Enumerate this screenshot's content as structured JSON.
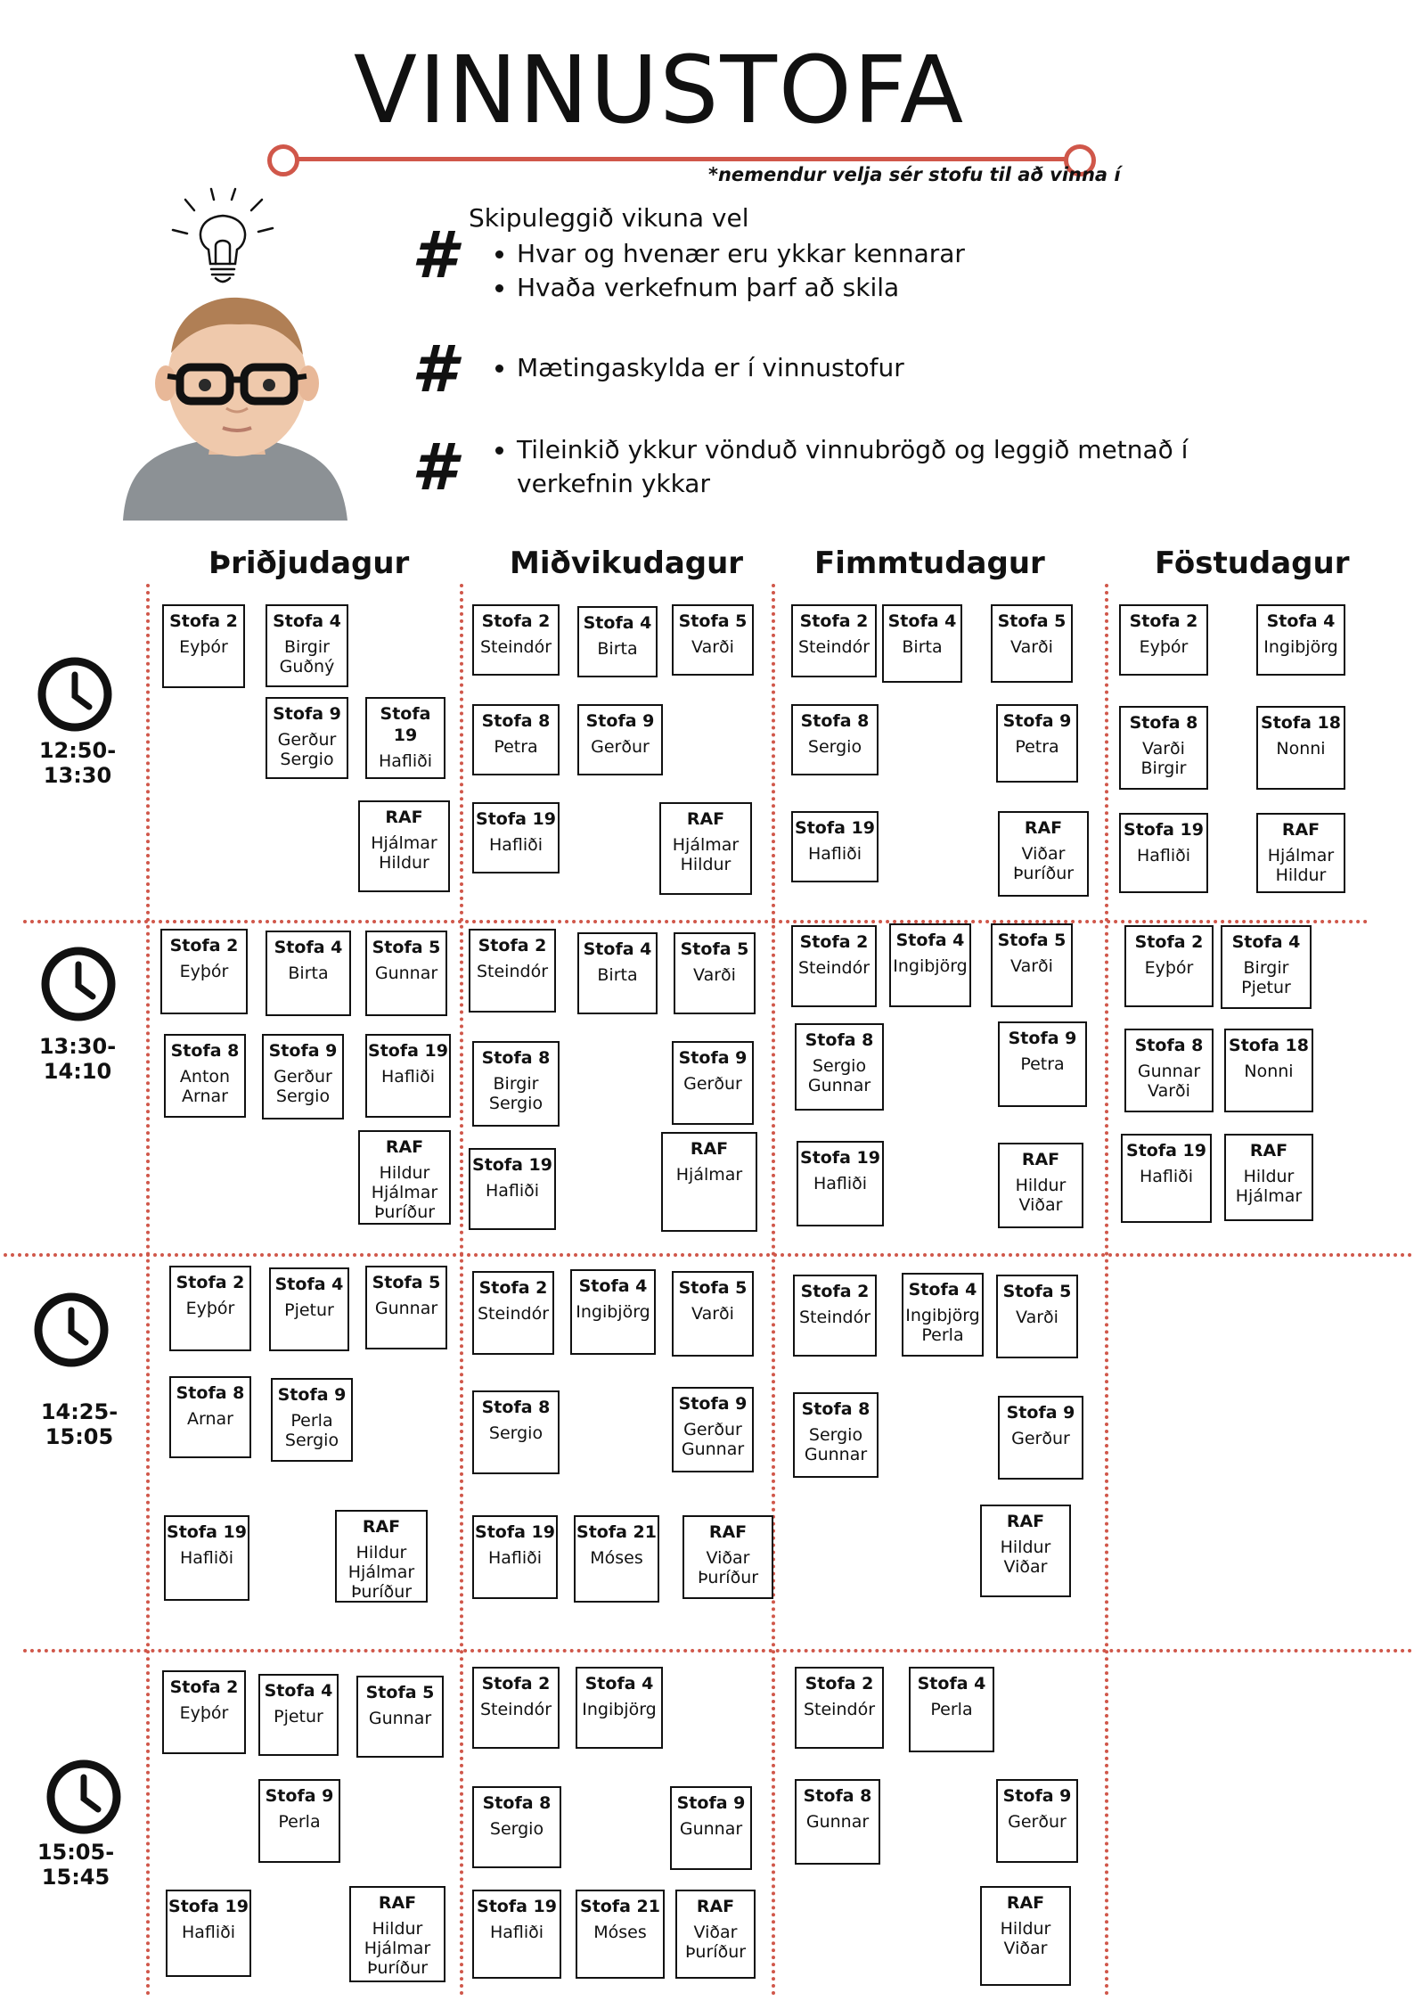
{
  "title": "VINNUSTOFA",
  "note": "*nemendur velja sér stofu til að vinna í",
  "intro": {
    "heading": "Skipuleggið vikuna vel",
    "group1": [
      "Hvar og hvenær eru ykkar kennarar",
      "Hvaða verkefnum þarf að skila"
    ],
    "group2": [
      "Mætingaskylda er í vinnustofur"
    ],
    "group3": [
      "Tileinkið ykkur vönduð vinnubrögð og leggið metnað í verkefnin ykkar"
    ]
  },
  "days": [
    "Þriðjudagur",
    "Miðvikudagur",
    "Fimmtudagur",
    "Föstudagur"
  ],
  "times": [
    "12:50-13:30",
    "13:30-14:10",
    "14:25-15:05",
    "15:05-15:45"
  ],
  "rooms": [
    {
      "room": "Stofa 2",
      "t": "Eyþór"
    },
    {
      "room": "Stofa 4",
      "t": "Birgir Guðný"
    },
    {
      "room": "Stofa 9",
      "t": "Gerður Sergio"
    },
    {
      "room": "Stofa 19",
      "t": "Hafliði"
    },
    {
      "room": "RAF",
      "t": "Hjálmar Hildur"
    },
    {
      "room": "Stofa 2",
      "t": "Steindór"
    },
    {
      "room": "Stofa 4",
      "t": "Birta"
    },
    {
      "room": "Stofa 5",
      "t": "Varði"
    },
    {
      "room": "Stofa 8",
      "t": "Petra"
    },
    {
      "room": "Stofa 9",
      "t": "Gerður"
    },
    {
      "room": "Stofa 19",
      "t": "Hafliði"
    },
    {
      "room": "RAF",
      "t": "Hjálmar Hildur"
    },
    {
      "room": "Stofa 2",
      "t": "Steindór"
    },
    {
      "room": "Stofa 4",
      "t": "Birta"
    },
    {
      "room": "Stofa 5",
      "t": "Varði"
    },
    {
      "room": "Stofa 8",
      "t": "Sergio"
    },
    {
      "room": "Stofa 9",
      "t": "Petra"
    },
    {
      "room": "Stofa 19",
      "t": "Hafliði"
    },
    {
      "room": "RAF",
      "t": "Viðar Þuríður"
    },
    {
      "room": "Stofa 2",
      "t": "Eyþór"
    },
    {
      "room": "Stofa 4",
      "t": "Ingibjörg"
    },
    {
      "room": "Stofa 8",
      "t": "Varði Birgir"
    },
    {
      "room": "Stofa 18",
      "t": "Nonni"
    },
    {
      "room": "Stofa 19",
      "t": "Hafliði"
    },
    {
      "room": "RAF",
      "t": "Hjálmar Hildur"
    },
    {
      "room": "Stofa 2",
      "t": "Eyþór"
    },
    {
      "room": "Stofa 4",
      "t": "Birta"
    },
    {
      "room": "Stofa 5",
      "t": "Gunnar"
    },
    {
      "room": "Stofa 8",
      "t": "Anton Arnar"
    },
    {
      "room": "Stofa 9",
      "t": "Gerður Sergio"
    },
    {
      "room": "Stofa 19",
      "t": "Hafliði"
    },
    {
      "room": "RAF",
      "t": "Hildur Hjálmar Þuríður"
    },
    {
      "room": "Stofa 2",
      "t": "Steindór"
    },
    {
      "room": "Stofa 4",
      "t": "Birta"
    },
    {
      "room": "Stofa 5",
      "t": "Varði"
    },
    {
      "room": "Stofa 8",
      "t": "Birgir Sergio"
    },
    {
      "room": "Stofa 9",
      "t": "Gerður"
    },
    {
      "room": "Stofa 19",
      "t": "Hafliði"
    },
    {
      "room": "RAF",
      "t": "Hjálmar"
    },
    {
      "room": "Stofa 2",
      "t": "Steindór"
    },
    {
      "room": "Stofa 4",
      "t": "Ingibjörg"
    },
    {
      "room": "Stofa 5",
      "t": "Varði"
    },
    {
      "room": "Stofa 8",
      "t": "Sergio Gunnar"
    },
    {
      "room": "Stofa 9",
      "t": "Petra"
    },
    {
      "room": "Stofa 19",
      "t": "Hafliði"
    },
    {
      "room": "RAF",
      "t": "Hildur Viðar"
    },
    {
      "room": "Stofa 2",
      "t": "Eyþór"
    },
    {
      "room": "Stofa 4",
      "t": "Birgir Pjetur"
    },
    {
      "room": "Stofa 8",
      "t": "Gunnar Varði"
    },
    {
      "room": "Stofa 18",
      "t": "Nonni"
    },
    {
      "room": "Stofa 19",
      "t": "Hafliði"
    },
    {
      "room": "RAF",
      "t": "Hildur Hjálmar"
    },
    {
      "room": "Stofa 2",
      "t": "Eyþór"
    },
    {
      "room": "Stofa 4",
      "t": "Pjetur"
    },
    {
      "room": "Stofa 5",
      "t": "Gunnar"
    },
    {
      "room": "Stofa 8",
      "t": "Arnar"
    },
    {
      "room": "Stofa 9",
      "t": "Perla Sergio"
    },
    {
      "room": "Stofa 19",
      "t": "Hafliði"
    },
    {
      "room": "RAF",
      "t": "Hildur Hjálmar Þuríður"
    },
    {
      "room": "Stofa 2",
      "t": "Steindór"
    },
    {
      "room": "Stofa 4",
      "t": "Ingibjörg"
    },
    {
      "room": "Stofa 5",
      "t": "Varði"
    },
    {
      "room": "Stofa 8",
      "t": "Sergio"
    },
    {
      "room": "Stofa 9",
      "t": "Gerður Gunnar"
    },
    {
      "room": "Stofa 19",
      "t": "Hafliði"
    },
    {
      "room": "Stofa 21",
      "t": "Móses"
    },
    {
      "room": "RAF",
      "t": "Viðar Þuríður"
    },
    {
      "room": "Stofa 2",
      "t": "Steindór"
    },
    {
      "room": "Stofa 4",
      "t": "Ingibjörg Perla"
    },
    {
      "room": "Stofa 5",
      "t": "Varði"
    },
    {
      "room": "Stofa 8",
      "t": "Sergio Gunnar"
    },
    {
      "room": "Stofa 9",
      "t": "Gerður"
    },
    {
      "room": "RAF",
      "t": "Hildur Viðar"
    },
    {
      "room": "Stofa 2",
      "t": "Eyþór"
    },
    {
      "room": "Stofa 4",
      "t": "Pjetur"
    },
    {
      "room": "Stofa 5",
      "t": "Gunnar"
    },
    {
      "room": "Stofa 9",
      "t": "Perla"
    },
    {
      "room": "Stofa 19",
      "t": "Hafliði"
    },
    {
      "room": "RAF",
      "t": "Hildur Hjálmar Þuríður"
    },
    {
      "room": "Stofa 2",
      "t": "Steindór"
    },
    {
      "room": "Stofa 4",
      "t": "Ingibjörg"
    },
    {
      "room": "Stofa 8",
      "t": "Sergio"
    },
    {
      "room": "Stofa 9",
      "t": "Gunnar"
    },
    {
      "room": "Stofa 19",
      "t": "Hafliði"
    },
    {
      "room": "Stofa 21",
      "t": "Móses"
    },
    {
      "room": "RAF",
      "t": "Viðar Þuríður"
    },
    {
      "room": "Stofa 2",
      "t": "Steindór"
    },
    {
      "room": "Stofa 4",
      "t": "Perla"
    },
    {
      "room": "Stofa 8",
      "t": "Gunnar"
    },
    {
      "room": "Stofa 9",
      "t": "Gerður"
    },
    {
      "room": "RAF",
      "t": "Hildur Viðar"
    }
  ]
}
